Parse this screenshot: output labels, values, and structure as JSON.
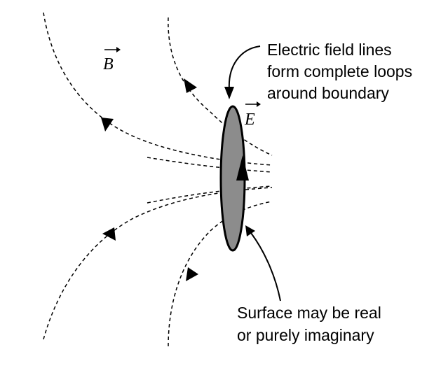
{
  "labels": {
    "b_field": "B",
    "e_field": "E",
    "callout_loops": [
      "Electric field lines",
      "form complete loops",
      "around boundary"
    ],
    "callout_surface": [
      "Surface may be real",
      "or purely imaginary"
    ]
  },
  "colors": {
    "surface_fill": "#8c8c8c",
    "line": "#000000",
    "background": "#ffffff"
  },
  "icons": {
    "vector_arrow": "right-arrow-over-letter",
    "field_arrow": "filled-triangle-arrowhead"
  }
}
